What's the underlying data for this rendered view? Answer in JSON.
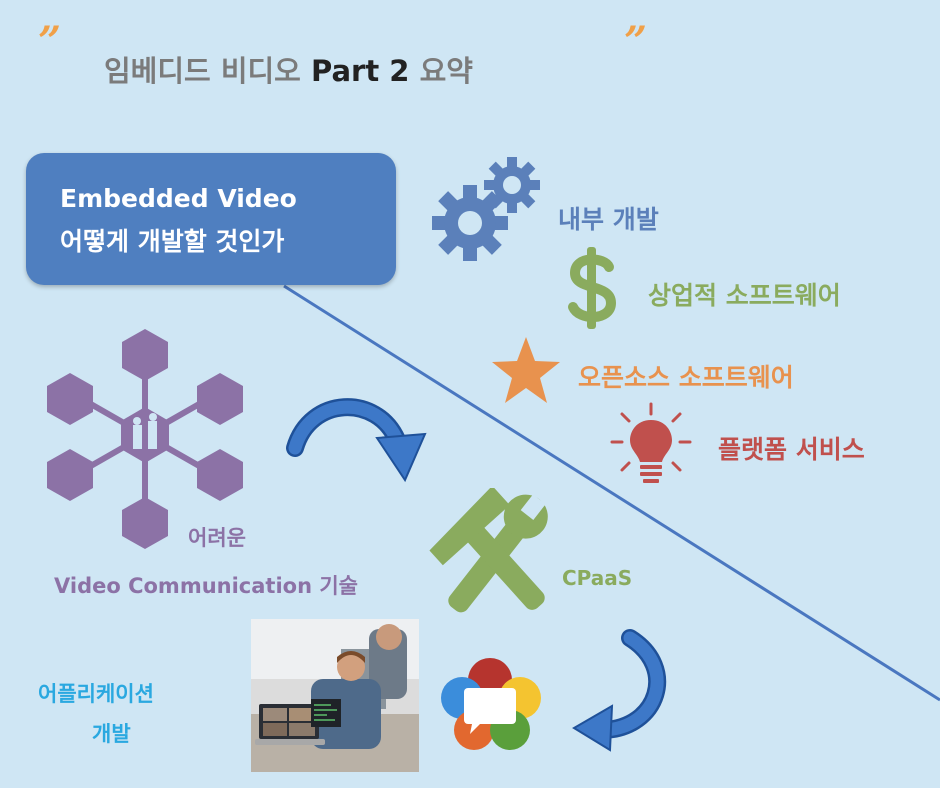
{
  "header": {
    "open_quote": "”",
    "close_quote": "”",
    "title_korean": "임베디드 비디오",
    "title_part": "Part 2",
    "title_suffix": "요약"
  },
  "callout": {
    "line1": "Embedded Video",
    "line2": "어떻게 개발할 것인가"
  },
  "options": [
    {
      "label": "내부 개발",
      "icon": "gears-icon",
      "color": "#5b80ba"
    },
    {
      "label": "상업적 소프트웨어",
      "icon": "dollar-icon",
      "color": "#8aab5e"
    },
    {
      "label": "오픈소스 소프트웨어",
      "icon": "star-icon",
      "color": "#e8924e"
    },
    {
      "label": "플랫폼 서비스",
      "icon": "lightbulb-icon",
      "color": "#c0504d"
    }
  ],
  "flow": {
    "difficulty_label": "어려운",
    "technology_label": "Video Communication 기술",
    "cpaas_label": "CPaaS",
    "app_label_line1": "어플리케이션",
    "app_label_line2": "개발"
  },
  "colors": {
    "background": "#cfe6f4",
    "callout": "#4f7fc0",
    "hexagon": "#8c72a6",
    "arrow": "#3d78c8",
    "quote": "#f0a048",
    "tools": "#8aab5e",
    "app_text": "#2aa8e0"
  },
  "icons": [
    "hexagon-network-icon",
    "curved-arrow-icon",
    "tools-icon",
    "webrtc-logo-icon",
    "video-meeting-photo"
  ]
}
